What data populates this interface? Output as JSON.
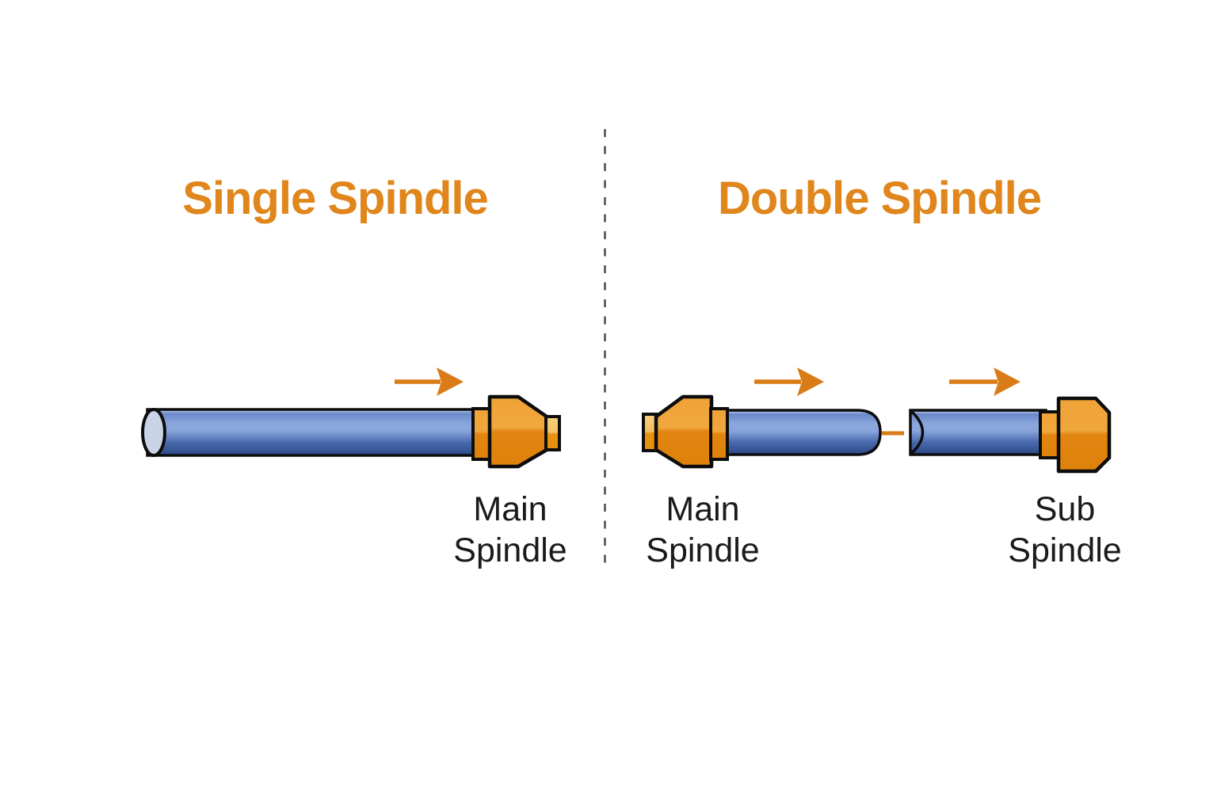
{
  "left_panel": {
    "title": "Single Spindle",
    "spindle_label": {
      "line1": "Main",
      "line2": "Spindle"
    }
  },
  "right_panel": {
    "title": "Double Spindle",
    "main_label": {
      "line1": "Main",
      "line2": "Spindle"
    },
    "sub_label": {
      "line1": "Sub",
      "line2": "Spindle"
    }
  },
  "icons": {
    "arrow_right": "arrow-right-icon"
  },
  "colors": {
    "title_orange": "#E0861C",
    "arrow_orange": "#D97B16",
    "spindle_orange_light": "#EFA236",
    "spindle_orange_dark": "#DE820C",
    "spindle_tip_highlight": "#F8D07E",
    "bar_blue_light": "#8AA6DC",
    "bar_blue_mid": "#5B7CC1",
    "bar_blue_dark": "#2B4884",
    "bar_end_face": "#C9D4E6",
    "outline_black": "#0D0D0D",
    "label_text": "#1A1A1A",
    "divider_gray": "#4D4D4D",
    "background": "#FFFFFF"
  }
}
